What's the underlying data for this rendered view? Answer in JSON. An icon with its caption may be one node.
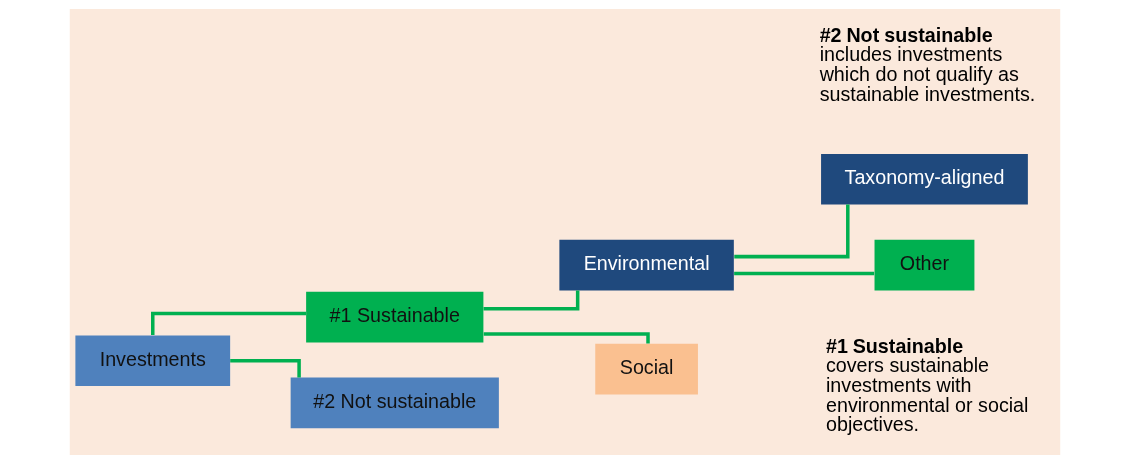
{
  "diagram": {
    "nodes": [
      {
        "text": [
          "Investments"
        ]
      },
      {
        "text": [
          "#1 Sustainable"
        ]
      },
      {
        "text": [
          "#2 Not sustainable"
        ]
      },
      {
        "text": [
          "Environmental"
        ]
      },
      {
        "text": [
          "Social"
        ]
      },
      {
        "text": [
          "Taxonomy-aligned"
        ]
      },
      {
        "text": [
          "Other"
        ]
      }
    ],
    "edges": [
      {
        "from": 0,
        "to": 1,
        "arrow": "none"
      },
      {
        "from": 0,
        "to": 2,
        "arrow": "none"
      },
      {
        "from": 1,
        "to": 3,
        "arrow": "none"
      },
      {
        "from": 1,
        "to": 4,
        "arrow": "none"
      },
      {
        "from": 3,
        "to": 5,
        "arrow": "none"
      },
      {
        "from": 3,
        "to": 6,
        "arrow": "none"
      }
    ],
    "labels": [
      "**#1 Sustainable** covers sustainable investments with environmental or social objectives.",
      "**#2 Not sustainable** includes investments which do not qualify as sustainable investments."
    ]
  }
}
